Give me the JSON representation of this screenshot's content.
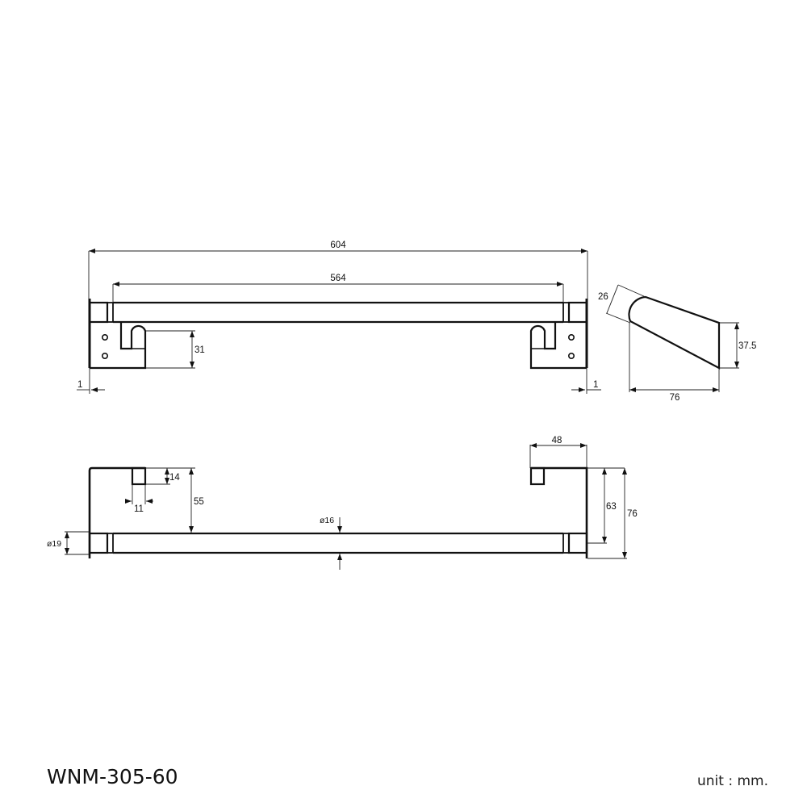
{
  "drawing": {
    "model_code": "WNM-305-60",
    "unit_label": "unit : mm.",
    "front_view": {
      "overall_length": "604",
      "bar_length": "564",
      "hook_height": "31",
      "left_offset": "1",
      "right_offset": "1"
    },
    "side_view": {
      "width": "26",
      "height": "37.5",
      "depth": "76"
    },
    "top_view": {
      "hook_height": "14",
      "hook_width": "11",
      "bracket_to_bar": "55",
      "flange_diameter": "ø19",
      "bar_diameter": "ø16",
      "bracket_depth": "48",
      "bar_projection": "63",
      "overall_projection": "76"
    },
    "colors": {
      "line": "#111111",
      "background": "#ffffff"
    }
  }
}
